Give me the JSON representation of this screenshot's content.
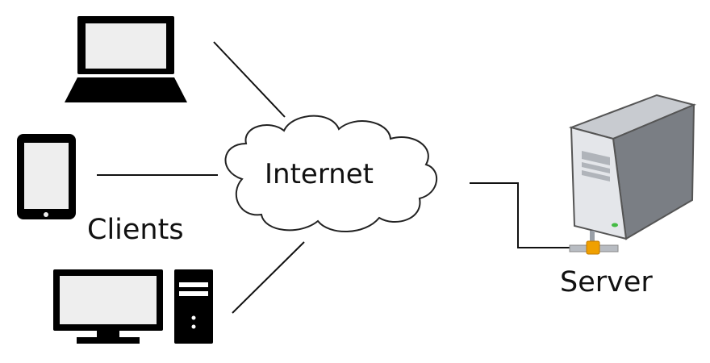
{
  "diagram": {
    "labels": {
      "internet": "Internet",
      "clients": "Clients",
      "server": "Server"
    },
    "nodes": {
      "laptop": {
        "icon": "laptop-icon"
      },
      "phone": {
        "icon": "smartphone-icon"
      },
      "desktop": {
        "icon": "desktop-computer-icon"
      },
      "cloud": {
        "icon": "cloud-icon"
      },
      "server": {
        "icon": "server-tower-icon"
      }
    },
    "colors": {
      "device": "#000000",
      "screen": "#eeeeee",
      "cloud_fill": "#ffffff",
      "server_side": "#7a7e84",
      "server_front": "#e4e6ea",
      "network_connector": "#f0a000",
      "server_led": "#44bb44"
    }
  }
}
